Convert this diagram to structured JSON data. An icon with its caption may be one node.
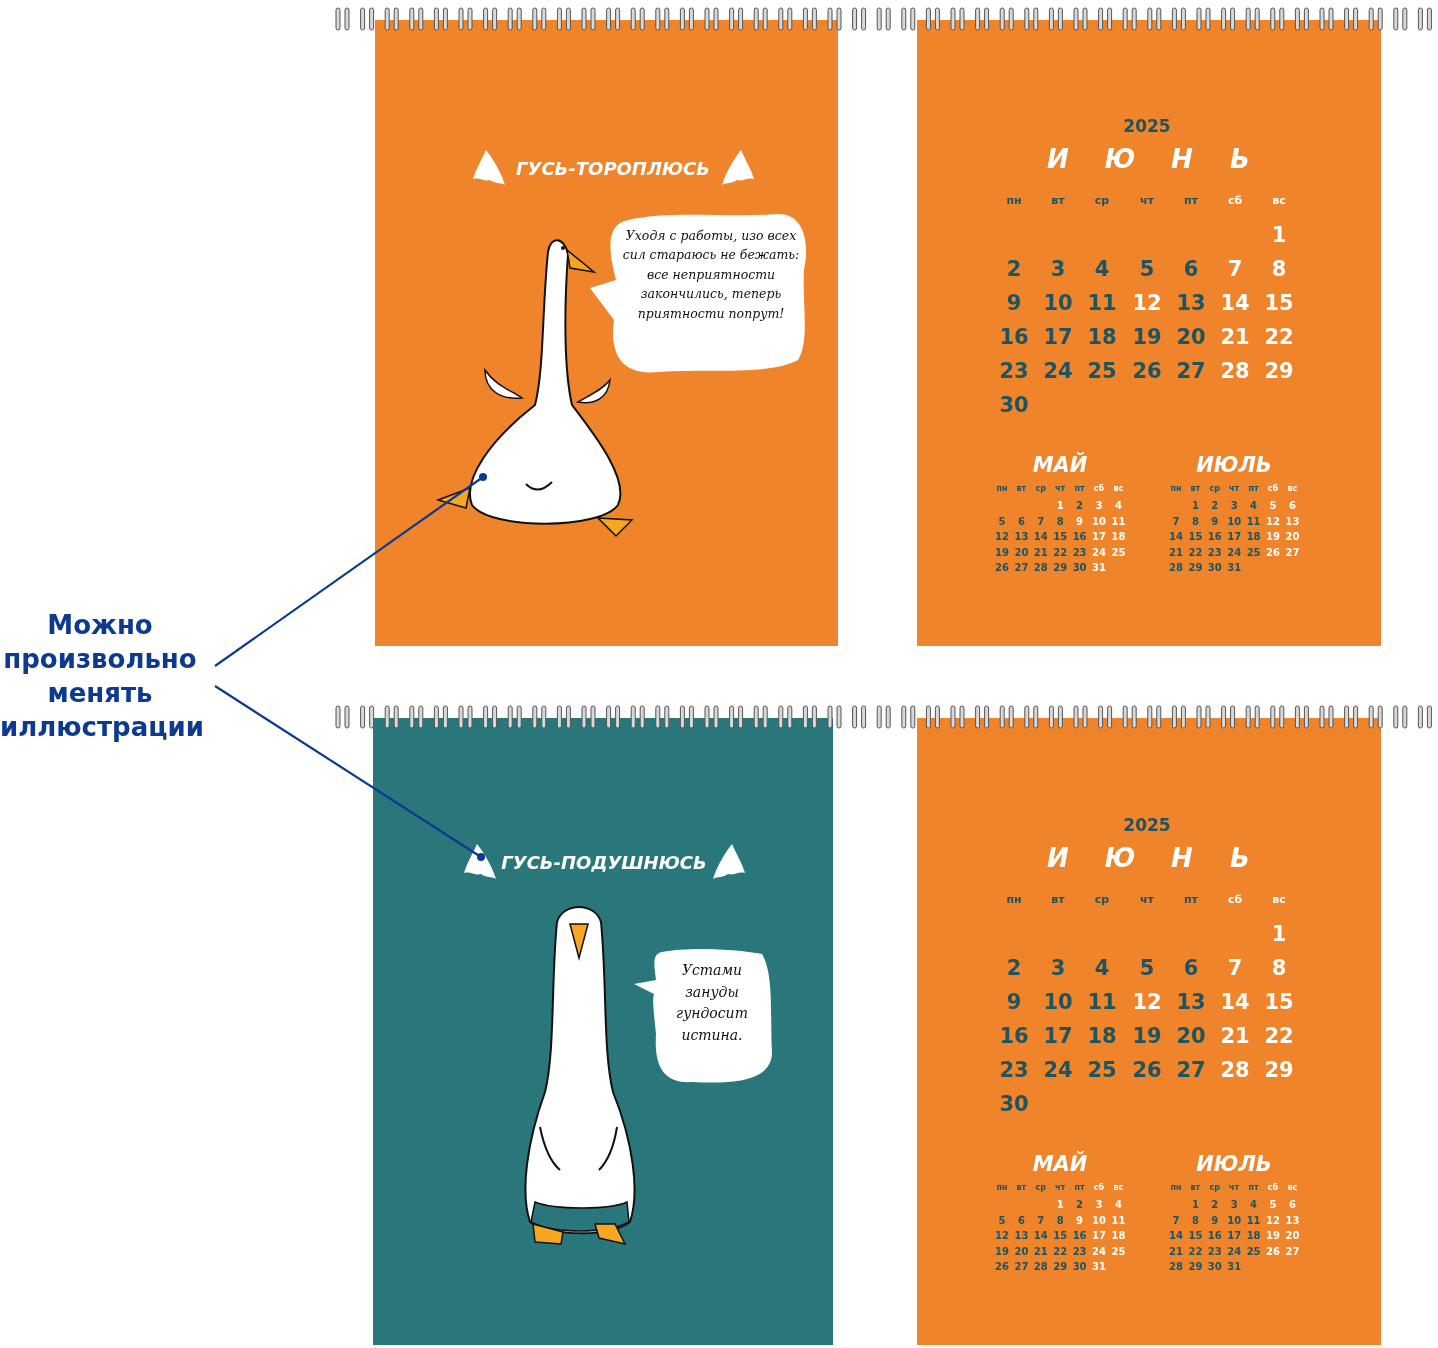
{
  "diagram": {
    "nodes": [
      {
        "text": [
          "Уходя с работы, изо всех сил стараюсь не бежать: все неприятности закончились, теперь приятности попрут!"
        ]
      },
      {
        "text": [],
        "shape": "picture"
      },
      {
        "text": [
          "Можно произвольно менять иллюстрации"
        ]
      },
      {
        "text": [],
        "shape": "picture"
      },
      {
        "text": [
          "Устами зануды гундосит истина."
        ]
      }
    ],
    "edges": [
      {
        "from": 2,
        "to": 1,
        "arrow": "other"
      },
      {
        "from": 2,
        "to": 3,
        "arrow": "other"
      }
    ],
    "labels": [
      "ГУСЬ-ТОРОПЛЮСЬ",
      "2025",
      "И",
      "Ю",
      "Н",
      "Ь",
      "пн",
      "вт",
      "ср",
      "чт",
      "пт",
      "сб",
      "вс",
      "1",
      "2",
      "3",
      "4",
      "5",
      "6",
      "7",
      "8",
      "9",
      "10",
      "11",
      "12",
      "13",
      "14",
      "15",
      "16",
      "17",
      "18",
      "19",
      "20",
      "21",
      "22",
      "23",
      "24",
      "25",
      "26",
      "27",
      "28",
      "29",
      "30",
      "МАЙ",
      "пн",
      "вт",
      "ср",
      "чт",
      "пт",
      "сб",
      "вс",
      "1",
      "2",
      "3",
      "4",
      "5",
      "6",
      "7",
      "8",
      "9",
      "10",
      "11",
      "12",
      "13",
      "14",
      "15",
      "16",
      "17",
      "18",
      "19",
      "20",
      "21",
      "22",
      "23",
      "24",
      "25",
      "26",
      "27",
      "28",
      "29",
      "30",
      "31",
      "ИЮЛЬ",
      "пн",
      "вт",
      "ср",
      "чт",
      "пт",
      "сб",
      "вс",
      "1",
      "2",
      "3",
      "4",
      "5",
      "6",
      "7",
      "8",
      "9",
      "10",
      "11",
      "12",
      "13",
      "14",
      "15",
      "16",
      "17",
      "18",
      "19",
      "20",
      "21",
      "22",
      "23",
      "24",
      "25",
      "26",
      "27",
      "28",
      "29",
      "30",
      "31",
      "ГУСЬ-ПОДУШНЮСЬ",
      "2025",
      "И",
      "Ю",
      "Н",
      "Ь",
      "пн",
      "вт",
      "ср",
      "чт",
      "пт",
      "сб",
      "вс",
      "1",
      "2",
      "3",
      "4",
      "5",
      "6",
      "7",
      "8",
      "9",
      "10",
      "11",
      "12",
      "13",
      "14",
      "15",
      "16",
      "17",
      "18",
      "19",
      "20",
      "21",
      "22",
      "23",
      "24",
      "25",
      "26",
      "27",
      "28",
      "29",
      "30",
      "МАЙ",
      "пн",
      "вт",
      "ср",
      "чт",
      "пт",
      "сб",
      "вс",
      "1",
      "2",
      "3",
      "4",
      "5",
      "6",
      "7",
      "8",
      "9",
      "10",
      "11",
      "12",
      "13",
      "14",
      "15",
      "16",
      "17",
      "18",
      "19",
      "20",
      "21",
      "22",
      "23",
      "24",
      "25",
      "26",
      "27",
      "28",
      "29",
      "30",
      "31",
      "ИЮЛЬ",
      "пн",
      "вт",
      "ср",
      "чт",
      "пт",
      "сб",
      "вс",
      "1",
      "2",
      "3",
      "4",
      "5",
      "6",
      "7",
      "8",
      "9",
      "10",
      "11",
      "12",
      "13",
      "14",
      "15",
      "16",
      "17",
      "18",
      "19",
      "20",
      "21",
      "22",
      "23",
      "24",
      "25",
      "26",
      "27",
      "28",
      "29",
      "30",
      "31"
    ]
  }
}
